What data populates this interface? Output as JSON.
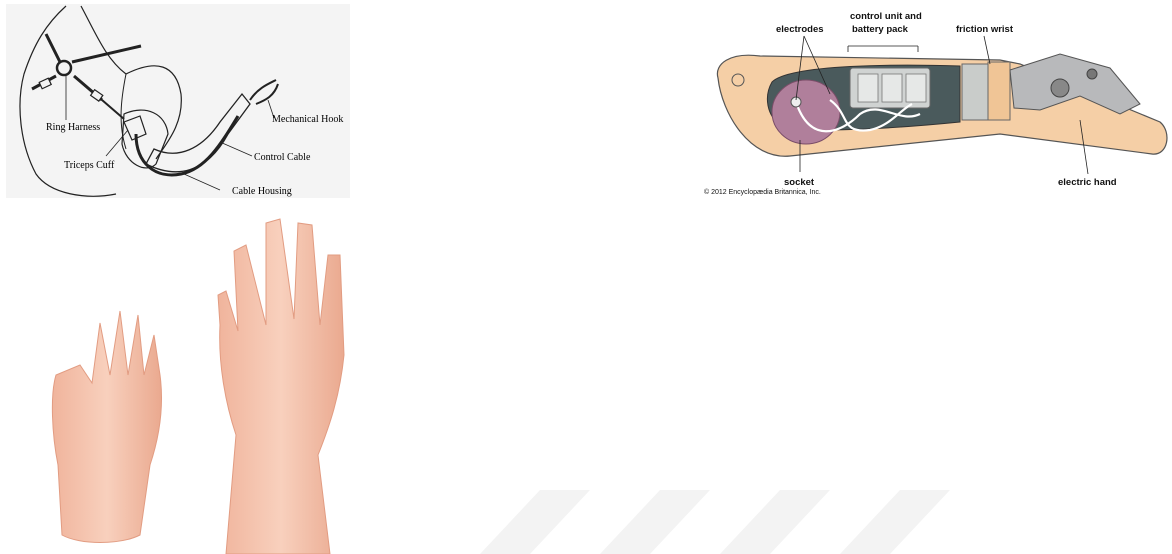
{
  "body_powered_diagram": {
    "labels": {
      "ring_harness": "Ring Harness",
      "triceps_cuff": "Triceps Cuff",
      "mechanical_hook": "Mechanical Hook",
      "control_cable": "Control Cable",
      "cable_housing": "Cable Housing"
    }
  },
  "myoelectric_diagram": {
    "labels": {
      "electrodes": "electrodes",
      "control_unit_line1": "control unit and",
      "control_unit_line2": "battery pack",
      "friction_wrist": "friction wrist",
      "socket": "socket",
      "electric_hand": "electric hand"
    },
    "copyright": "© 2012 Encyclopædia Britannica, Inc."
  },
  "colors": {
    "skin": "#f5cfa6",
    "socket_dark": "#4a5a5c",
    "socket_pad": "#b07f9b",
    "hook_metal": "#a9a9a9",
    "cosmetic_hand": "#f3bfa5"
  }
}
